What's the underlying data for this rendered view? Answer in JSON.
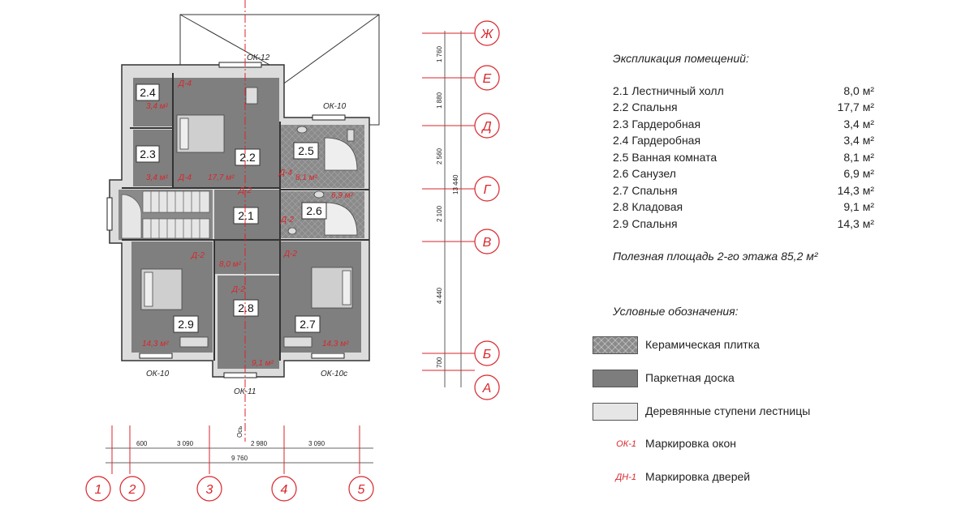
{
  "axes_letters": [
    "Ж",
    "Е",
    "Д",
    "Г",
    "В",
    "Б",
    "А"
  ],
  "axes_numbers": [
    "1",
    "2",
    "3",
    "4",
    "5"
  ],
  "vertical_dims": [
    "1 760",
    "1 880",
    "2 560",
    "2 100",
    "4 440",
    "700"
  ],
  "vertical_total": "13 440",
  "horizontal_dims": [
    "600",
    "3 090",
    "2 980",
    "3 090"
  ],
  "horizontal_total": "9 760",
  "axis_center_label": "Ось",
  "windows": {
    "top": "ОК-12",
    "right_top": "ОК-10",
    "bottom_left": "ОК-10",
    "bottom_center": "ОК-11",
    "bottom_right": "ОК-10с"
  },
  "rooms": [
    {
      "num": "2.1",
      "area": "8,0 м²"
    },
    {
      "num": "2.2",
      "area": "17,7 м²"
    },
    {
      "num": "2.3",
      "area": "3,4 м²"
    },
    {
      "num": "2.4",
      "area": "3,4 м²"
    },
    {
      "num": "2.5",
      "area": "8,1 м²"
    },
    {
      "num": "2.6",
      "area": "6,9 м²"
    },
    {
      "num": "2.7",
      "area": "14,3 м²"
    },
    {
      "num": "2.8",
      "area": "9,1 м²"
    },
    {
      "num": "2.9",
      "area": "14,3 м²"
    }
  ],
  "doors": {
    "d4": "Д-4",
    "d2": "Д-2"
  },
  "explication": {
    "title": "Экспликация помещений:",
    "rows": [
      {
        "name": "2.1 Лестничный холл",
        "area": "8,0 м²"
      },
      {
        "name": "2.2 Спальня",
        "area": "17,7 м²"
      },
      {
        "name": "2.3 Гардеробная",
        "area": "3,4 м²"
      },
      {
        "name": "2.4 Гардеробная",
        "area": "3,4 м²"
      },
      {
        "name": "2.5 Ванная комната",
        "area": "8,1 м²"
      },
      {
        "name": "2.6 Санузел",
        "area": "6,9 м²"
      },
      {
        "name": "2.7 Спальня",
        "area": "14,3 м²"
      },
      {
        "name": "2.8 Кладовая",
        "area": "9,1 м²"
      },
      {
        "name": "2.9 Спальня",
        "area": "14,3 м²"
      }
    ],
    "total": "Полезная площадь 2-го этажа 85,2 м²"
  },
  "legend": {
    "title": "Условные обозначения:",
    "tile": "Керамическая плитка",
    "parquet": "Паркетная доска",
    "stairs": "Деревянные ступени лестницы",
    "window_code": "ОК-1",
    "window_text": "Маркировка окон",
    "door_code": "ДН-1",
    "door_text": "Маркировка дверей"
  }
}
